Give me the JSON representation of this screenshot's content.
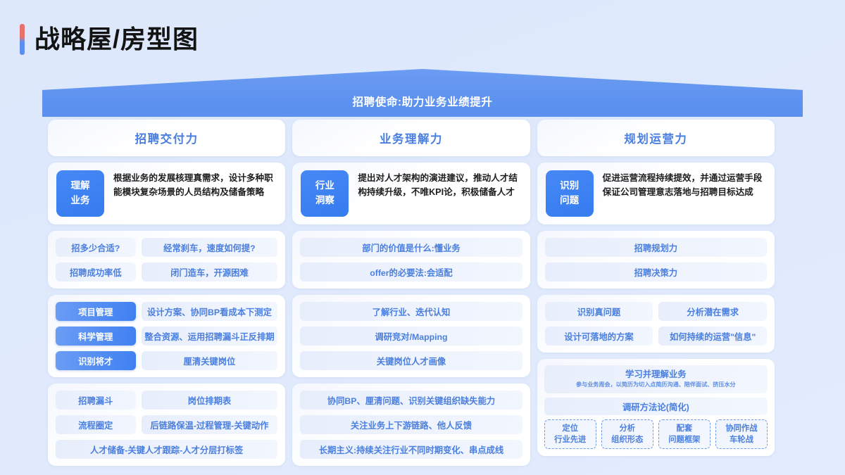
{
  "page": {
    "title": "战略屋/房型图",
    "accent_top": "#e8716d",
    "accent_bottom": "#5b8ef0",
    "background": "#dfe9fc"
  },
  "roof": {
    "label": "招聘使命:助力业务业绩提升",
    "color": "#5f93f0"
  },
  "columns": [
    {
      "header": "招聘交付力",
      "capability": {
        "badge_line1": "理解",
        "badge_line2": "业务",
        "description": "根据业务的发展核理真需求，设计多种职能模块复杂场景的人员结构及储备策略"
      },
      "questions": [
        [
          "招多少合适?",
          "经常刹车，速度如何提?"
        ],
        [
          "招聘成功率低",
          "闭门造车，开源困难"
        ]
      ],
      "methods": [
        {
          "tag": "项目管理",
          "text": "设计方案、协同BP看成本下测定"
        },
        {
          "tag": "科学管理",
          "text": "整合资源、运用招聘漏斗正反排期"
        },
        {
          "tag": "识别将才",
          "text": "厘清关键岗位"
        }
      ],
      "actions": [
        [
          "招聘漏斗",
          "岗位排期表"
        ],
        [
          "流程圈定",
          "后链路保温-过程管理-关键动作"
        ],
        [
          "人才储备-关键人才跟踪-人才分层打标签"
        ]
      ]
    },
    {
      "header": "业务理解力",
      "capability": {
        "badge_line1": "行业",
        "badge_line2": "洞察",
        "description": "提出对人才架构的演进建议，推动人才结构持续升级，不唯KPI论，积极储备人才"
      },
      "questions": [
        [
          "部门的价值是什么:懂业务"
        ],
        [
          "offer的必要法:会适配"
        ]
      ],
      "methods": [
        {
          "tag": "",
          "text": "了解行业、迭代认知"
        },
        {
          "tag": "",
          "text": "调研竞对/Mapping"
        },
        {
          "tag": "",
          "text": "关键岗位人才画像"
        }
      ],
      "actions": [
        [
          "协同BP、厘清问题、识别关键组织缺失能力"
        ],
        [
          "关注业务上下游链路、他人反馈"
        ],
        [
          "长期主义:持续关注行业不同时期变化、串点成线"
        ]
      ]
    },
    {
      "header": "规划运营力",
      "capability": {
        "badge_line1": "识别",
        "badge_line2": "问题",
        "description": "促进运营流程持续提效，并通过运营手段保证公司管理意志落地与招聘目标达成"
      },
      "questions": [
        [
          "招聘规划力"
        ],
        [
          "招聘决策力"
        ]
      ],
      "methods_grid": [
        [
          "识别真问题",
          "分析潜在需求"
        ],
        [
          "设计可落地的方案",
          "如何持续的运营\"信息\""
        ]
      ],
      "method_block": {
        "head_title": "学习并理解业务",
        "head_sub": "参与业务周会，以简历为切入点简历沟通、陪伴面试、挤压水分",
        "section_title": "调研方法论(简化)",
        "boxes": [
          {
            "line1": "定位",
            "line2": "行业先进"
          },
          {
            "line1": "分析",
            "line2": "组织形态"
          },
          {
            "line1": "配套",
            "line2": "问题框架"
          },
          {
            "line1": "协同作战",
            "line2": "车轮战"
          }
        ]
      }
    }
  ]
}
